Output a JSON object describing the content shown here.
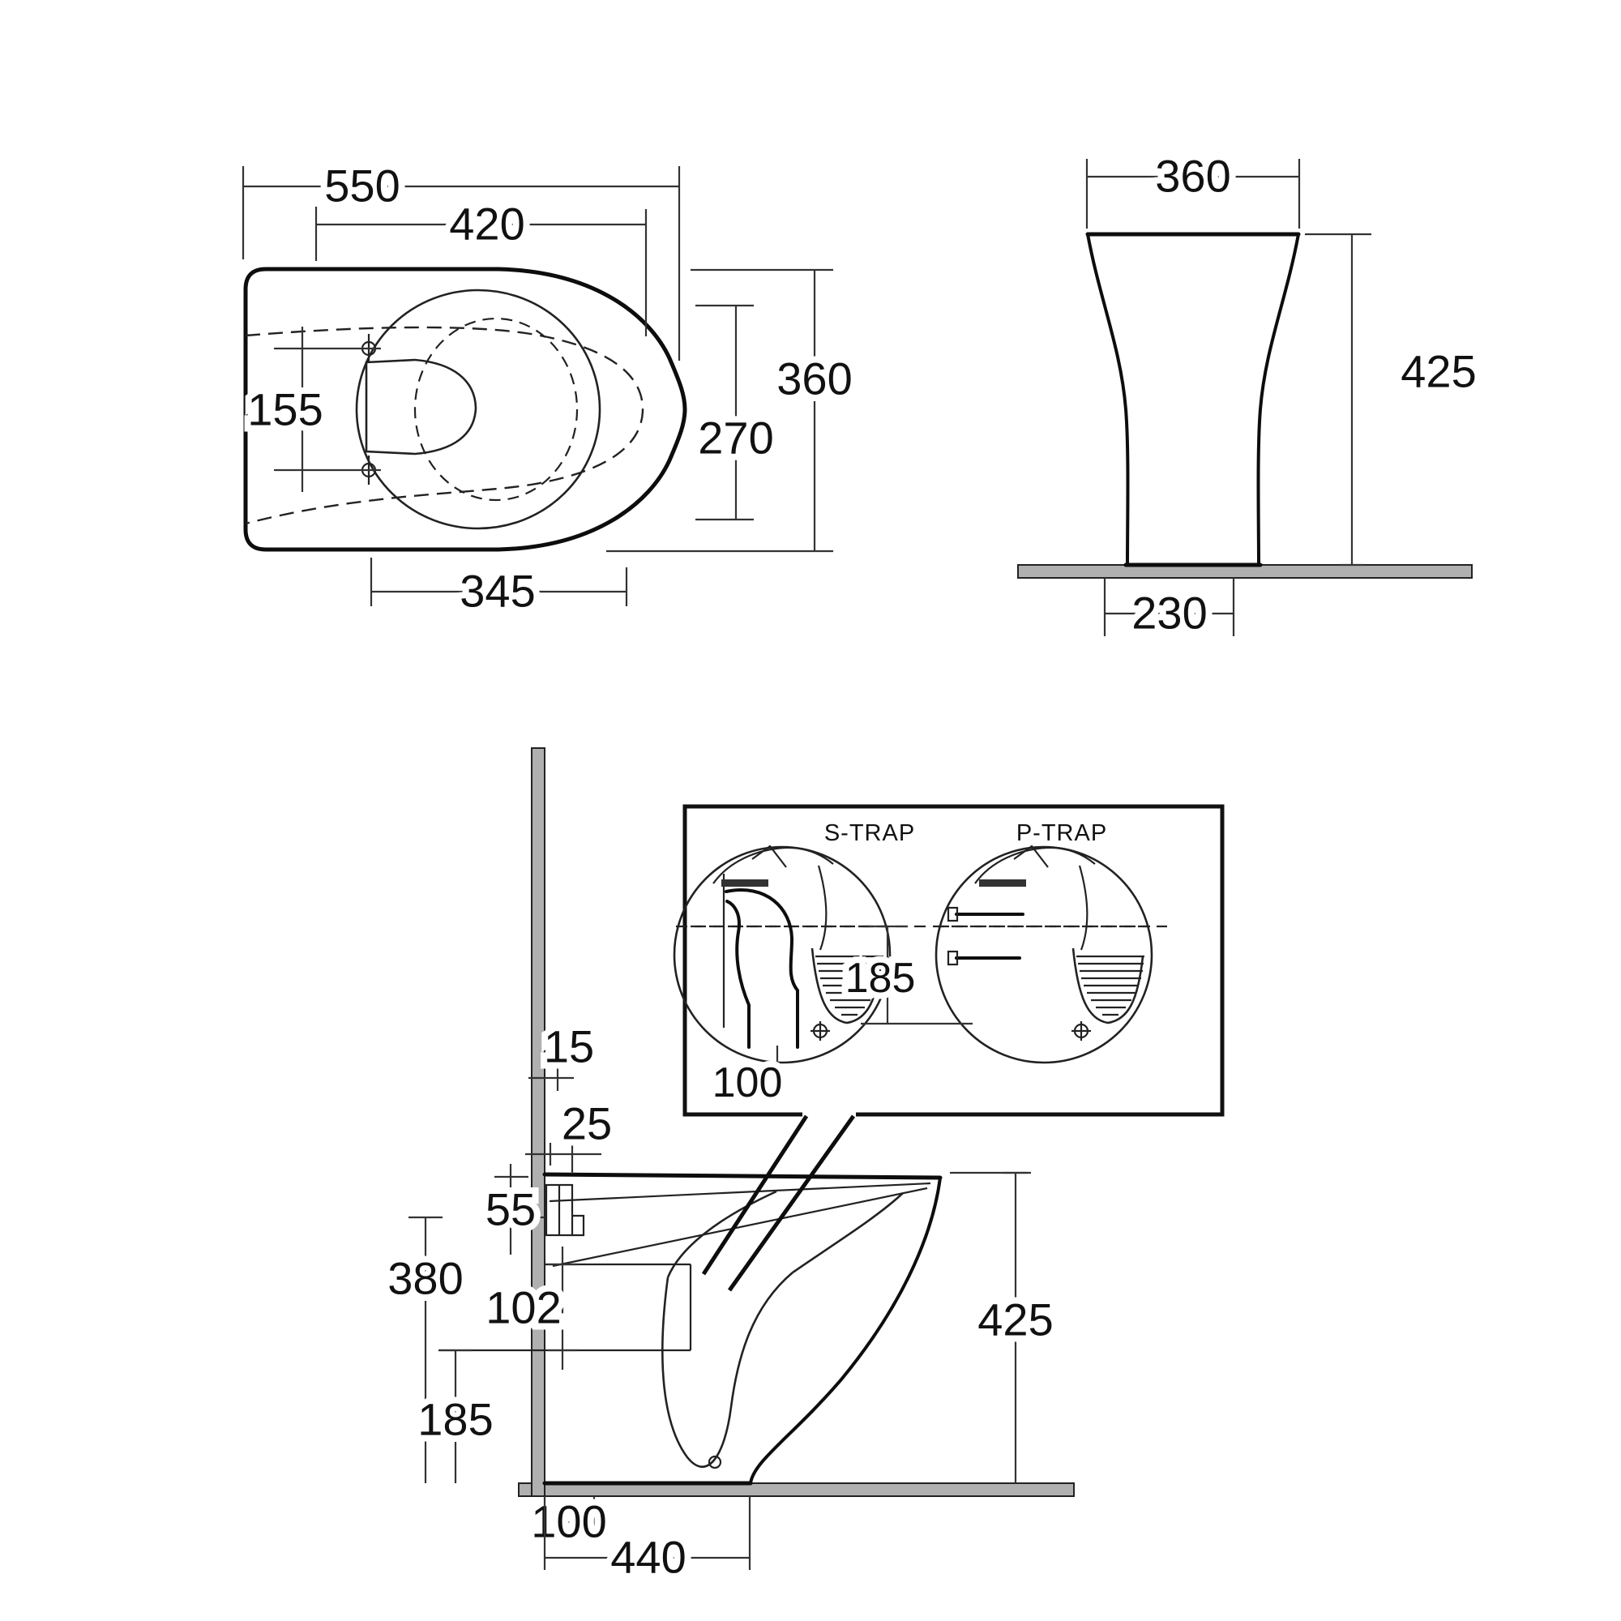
{
  "title": "WC pan technical dimension drawing",
  "colors": {
    "line": "#0d0d0d",
    "wall_floor_gray": "#b0b0b0",
    "background": "#ffffff"
  },
  "views": {
    "plan": {
      "dims": {
        "overall_length": "550",
        "seat_length": "420",
        "fixing_hole_spacing": "155",
        "front_length": "345",
        "overall_width": "360",
        "bowl_width": "270"
      }
    },
    "front": {
      "dims": {
        "top_width": "360",
        "height": "425",
        "base_width": "230"
      }
    },
    "side": {
      "dims": {
        "wall_offset": "15",
        "fixing_offset": "25",
        "rim_drop": "55",
        "fixing_height": "380",
        "outlet_box_height": "102",
        "outlet_height": "185",
        "outlet_from_wall": "100",
        "depth": "440",
        "height": "425"
      }
    },
    "trap_detail": {
      "s_trap_label": "S-TRAP",
      "p_trap_label": "P-TRAP",
      "outlet_height": "185",
      "outlet_from_wall": "100"
    }
  }
}
